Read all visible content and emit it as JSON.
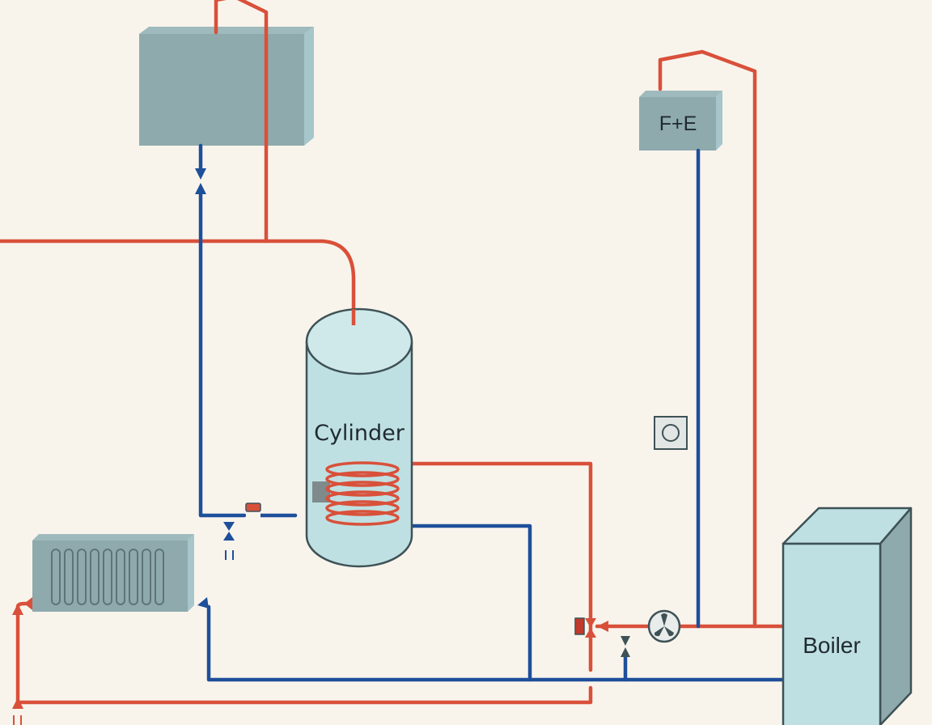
{
  "labels": {
    "cylinder": "Cylinder",
    "feed_expansion": "F+E",
    "boiler": "Boiler"
  },
  "colors": {
    "background": "#f8f4ec",
    "hot_pipe": "#d9503a",
    "cold_pipe": "#1e4f9a",
    "tank_front": "#8eaaad",
    "tank_top": "#9fbabc",
    "tank_side": "#a6c6cb",
    "cylinder_fill": "#bfe0e2",
    "boiler_front": "#bfe0e2",
    "boiler_side": "#8eaaad",
    "outline": "#3e5256"
  },
  "icons": [
    "tank-icon",
    "radiator-icon",
    "pump-icon",
    "valve-icon",
    "thermostat-icon",
    "coil-icon"
  ]
}
